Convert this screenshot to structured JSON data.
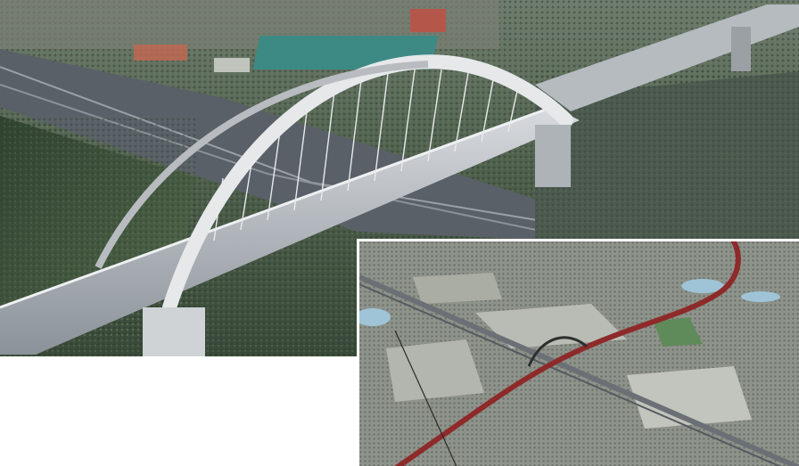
{
  "page": {
    "background": "#ffffff"
  },
  "images": [
    {
      "id": "main-photo",
      "subject": "aerial-render-arch-bridge",
      "colors": {
        "sky_top": "#9aa29c",
        "arch": "#e6e8ea",
        "deck": "#c9cdd2",
        "vegetation": "#3e5a3a",
        "highway": "#5a6068"
      }
    },
    {
      "id": "inset-photo",
      "subject": "aerial-overview-route-alignment",
      "colors": {
        "route_line": "#8e2a2a",
        "water": "#9fc4d8",
        "fields": "#b9bcb4"
      }
    }
  ]
}
